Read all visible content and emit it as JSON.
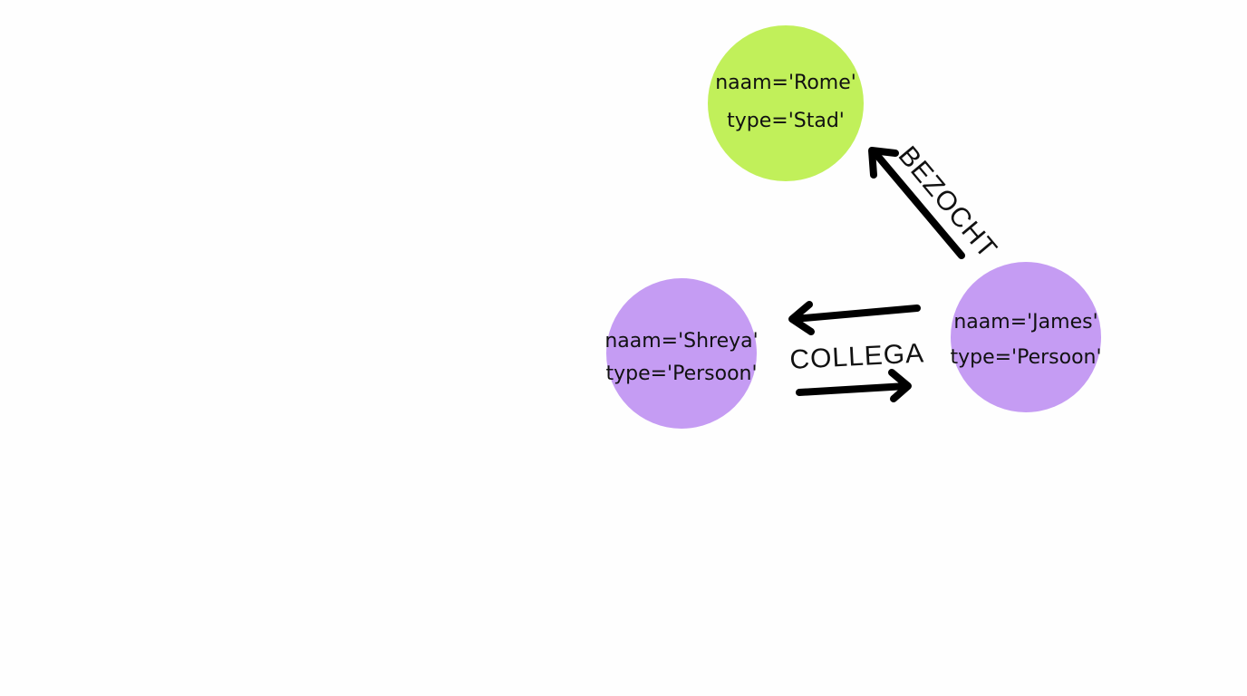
{
  "nodes": {
    "rome": {
      "line1": "naam='Rome'",
      "line2": "type='Stad'",
      "color": "#c1f05a"
    },
    "shreya": {
      "line1": "naam='Shreya'",
      "line2": "type='Persoon'",
      "color": "#c59cf3"
    },
    "james": {
      "line1": "naam='James'",
      "line2": "type='Persoon'",
      "color": "#c59cf3"
    }
  },
  "edges": {
    "bezocht": {
      "label": "BEZOCHT"
    },
    "collega": {
      "label": "COLLEGA"
    }
  }
}
